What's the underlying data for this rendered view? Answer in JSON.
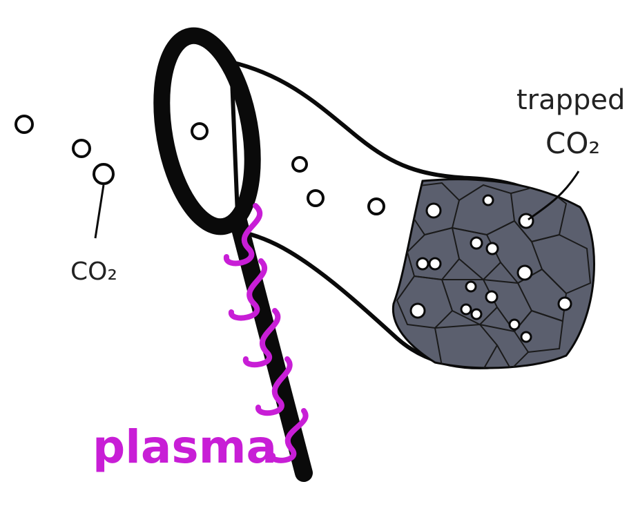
{
  "labels": {
    "free_co2": "CO₂",
    "trapped_line1": "trapped",
    "trapped_line2": "CO₂",
    "plasma": "plasma"
  },
  "colors": {
    "ink": "#0a0a0a",
    "net_fill": "#5b5f6e",
    "plasma": "#c81ed6",
    "bubble_fill": "#ffffff"
  }
}
